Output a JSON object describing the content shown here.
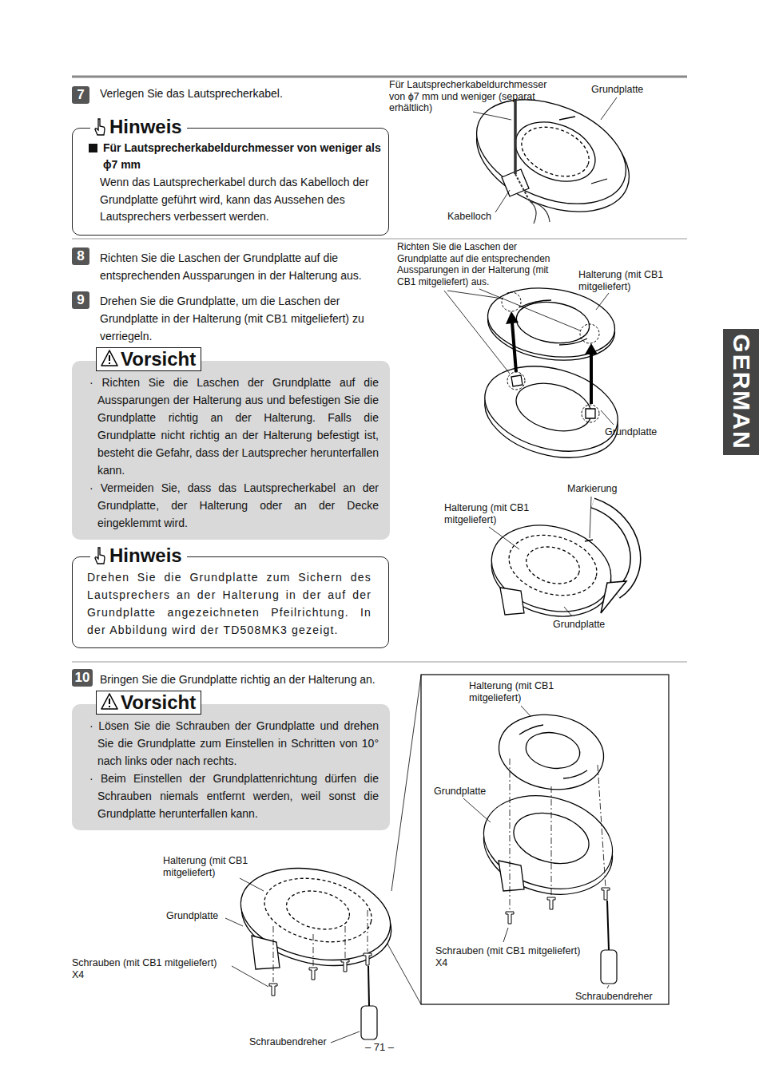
{
  "diagram": {
    "nodes": [
      {
        "text": [
          "7"
        ]
      },
      {
        "text": [
          "Hinweis",
          "Für Lautsprecherkabeldurchmesser von weniger als ϕ7 mm",
          "Wenn das Lautsprecherkabel durch das Kabelloch der Grundplatte geführt wird, kann das Aussehen des Lautsprechers verbessert werden."
        ]
      },
      {
        "text": [
          "8"
        ]
      },
      {
        "text": [
          "9"
        ]
      },
      {
        "text": [
          "Vorsicht",
          "· Richten Sie die Laschen der Grundplatte auf die Aussparungen der Halterung aus und befestigen Sie die Grundplatte richtig an der Halterung. Falls die Grundplatte nicht richtig an der Halterung befestigt ist, besteht die Gefahr, dass der Lautsprecher herunterfallen kann.",
          "· Vermeiden Sie, dass das Lautsprecherkabel an der Grundplatte, der Halterung oder an der Decke eingeklemmt wird."
        ]
      },
      {
        "text": [
          "Hinweis",
          "Drehen Sie die Grundplatte zum Sichern des Lautsprechers an der Halterung in der auf der Grundplatte angezeichneten Pfeilrichtung. In der Abbildung wird der TD508MK3 gezeigt."
        ]
      },
      {
        "text": [
          "10"
        ]
      },
      {
        "text": [
          "Vorsicht",
          "· Lösen Sie die Schrauben der Grundplatte und drehen Sie die Grundplatte zum Einstellen in Schritten von 10° nach links oder nach rechts.",
          "· Beim Einstellen der Grundplattenrichtung dürfen die Schrauben niemals entfernt werden, weil sonst die Grundplatte herunterfallen kann."
        ]
      },
      {
        "text": [
          "GERMAN"
        ]
      }
    ],
    "labels": [
      "Verlegen Sie das Lautsprecherkabel.",
      "Für Lautsprecherkabeldurchmesser von ϕ7 mm und weniger (separat erhältlich)",
      "Grundplatte",
      "Kabelloch",
      "Richten Sie die Laschen der Grundplatte auf die entsprechenden Aussparungen in der Halterung aus.",
      "Drehen Sie die Grundplatte, um die Laschen der Grundplatte in der Halterung (mit CB1 mitgeliefert) zu verriegeln.",
      "Richten Sie die Laschen der Grundplatte auf die entsprechenden Aussparungen in der Halterung (mit CB1 mitgeliefert) aus.",
      "Halterung (mit CB1 mitgeliefert)",
      "Grundplatte",
      "Markierung",
      "Halterung (mit CB1 mitgeliefert)",
      "Grundplatte",
      "Bringen Sie die Grundplatte richtig an der Halterung an.",
      "Halterung (mit CB1 mitgeliefert)",
      "Grundplatte",
      "Schrauben (mit CB1 mitgeliefert) X4",
      "Schraubendreher",
      "Halterung (mit CB1 mitgeliefert)",
      "Grundplatte",
      "Schrauben (mit CB1 mitgeliefert) X4",
      "Schraubendreher",
      "– 71 –"
    ]
  }
}
